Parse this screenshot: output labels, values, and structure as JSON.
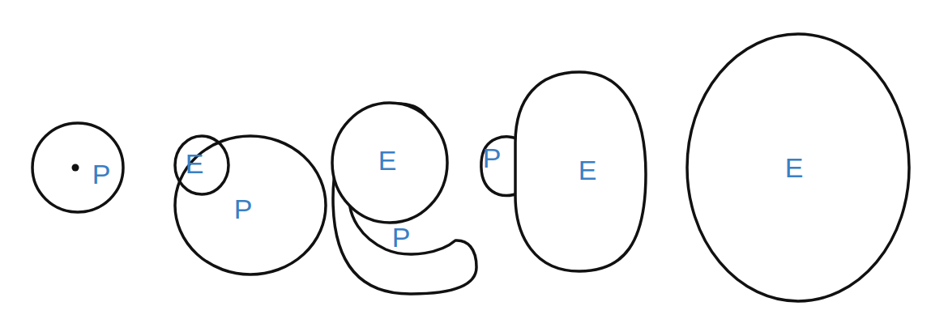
{
  "diagram": {
    "nodes": [
      {
        "text": [
          "P"
        ]
      },
      {
        "text": [
          "P"
        ]
      },
      {
        "text": [
          "E"
        ],
        "in": 1
      },
      {
        "text": [
          "P"
        ]
      },
      {
        "text": [
          "E"
        ],
        "in": 3
      },
      {
        "text": [
          "P"
        ]
      },
      {
        "text": [
          "E"
        ]
      },
      {
        "text": [
          "E"
        ]
      }
    ]
  }
}
